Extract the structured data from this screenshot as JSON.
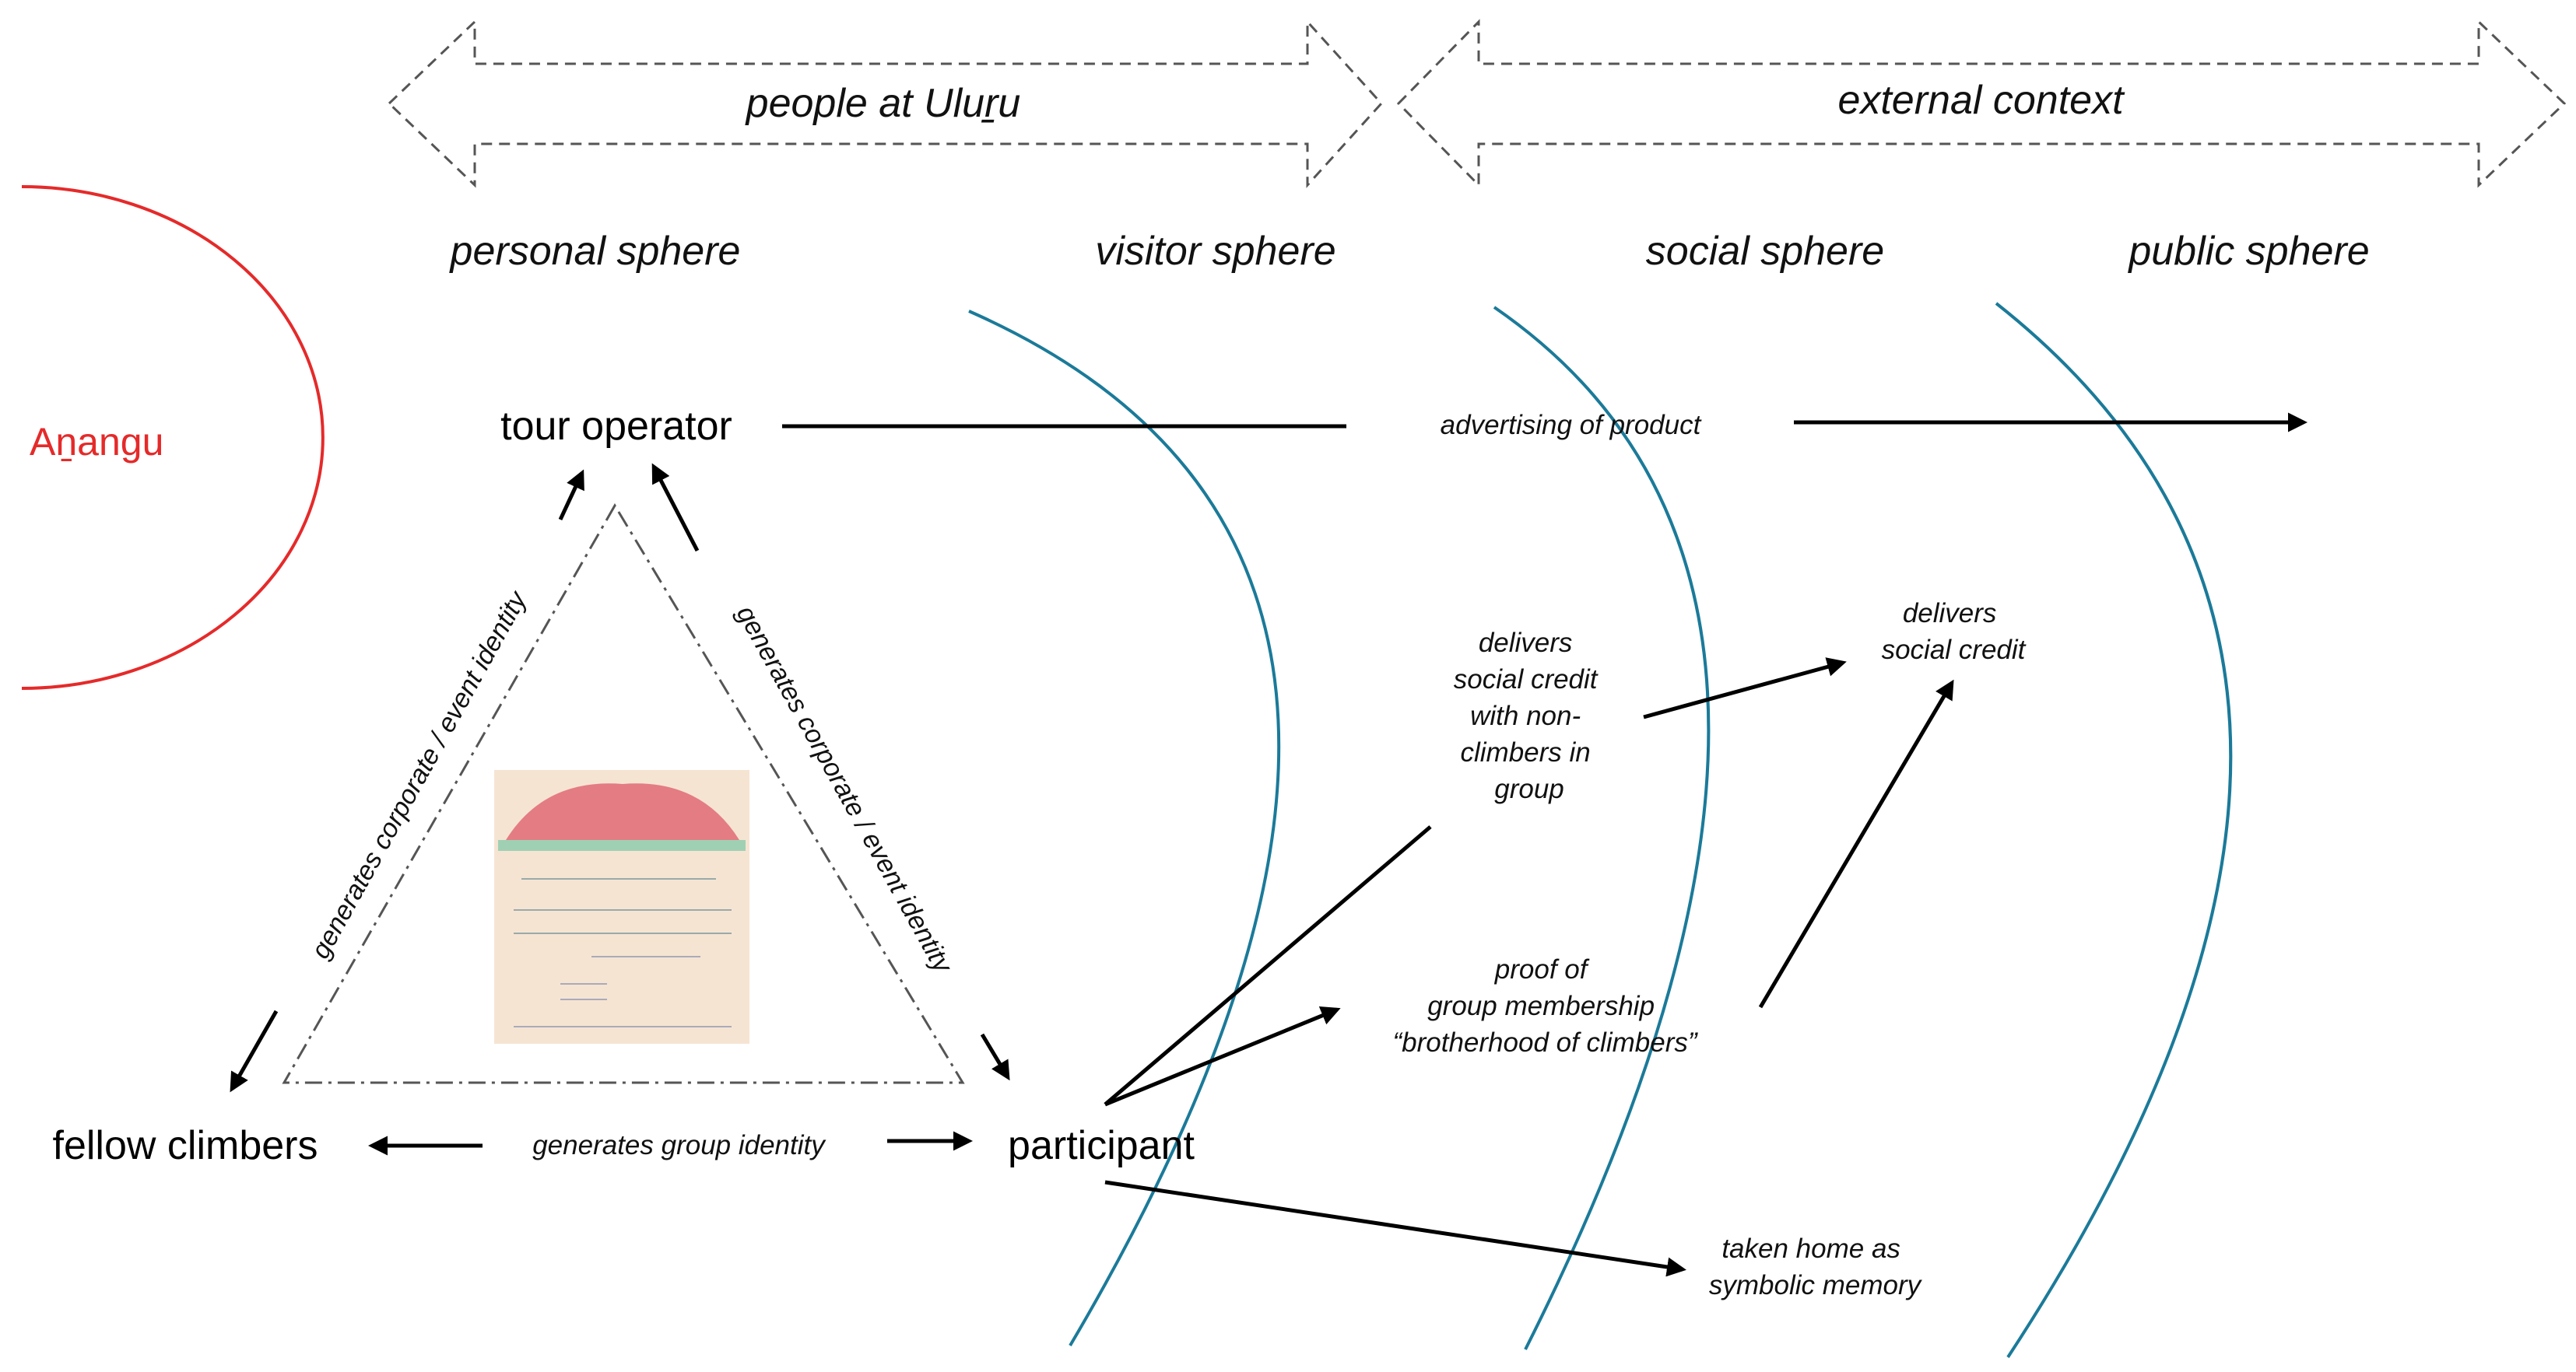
{
  "arrows_top": {
    "left_label": "people at Uluṟu",
    "right_label": "external context"
  },
  "spheres": {
    "personal": "personal sphere",
    "visitor": "visitor sphere",
    "social": "social sphere",
    "public": "public sphere"
  },
  "actors": {
    "anangu": "Aṉangu",
    "tour_operator": "tour operator",
    "fellow_climbers": "fellow climbers",
    "participant": "participant"
  },
  "labels": {
    "advertising": "advertising of product",
    "group_identity": "generates group identity",
    "corporate_left": "generates corporate / event identity",
    "corporate_right": "generates corporate / event identity",
    "delivers_group": [
      "delivers",
      "social credit",
      "with non-",
      "climbers in",
      "group"
    ],
    "delivers_social": [
      "delivers",
      "social credit"
    ],
    "proof": [
      "proof of",
      "group membership",
      "“brotherhood of climbers”"
    ],
    "taken_home": [
      "taken home as",
      "symbolic memory"
    ]
  },
  "colors": {
    "anangu": "#e52a2a",
    "sphere_arc": "#1b7a99",
    "arrow": "#000000"
  },
  "image": {
    "description_icon": "certificate-image"
  }
}
